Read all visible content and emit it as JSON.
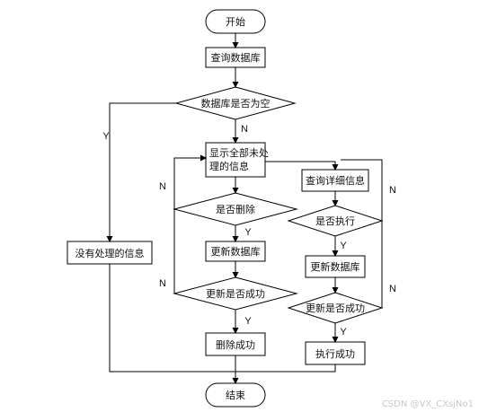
{
  "nodes": {
    "start": "开始",
    "query_db": "查询数据库",
    "db_empty_decision": "数据库是否为空",
    "no_info": "没有处理的信息",
    "show_unprocessed_line1": "显示全部未处",
    "show_unprocessed_line2": "理的信息",
    "delete_decision": "是否删除",
    "update_db_left": "更新数据库",
    "update_success_left": "更新是否成功",
    "delete_success": "删除成功",
    "query_detail": "查询详细信息",
    "execute_decision": "是否执行",
    "update_db_right": "更新数据库",
    "update_success_right": "更新是否成功",
    "execute_success": "执行成功",
    "end": "结束"
  },
  "edges": {
    "yes": "Y",
    "no": "N"
  },
  "watermark": "CSDN @VX_CXsjNo1"
}
